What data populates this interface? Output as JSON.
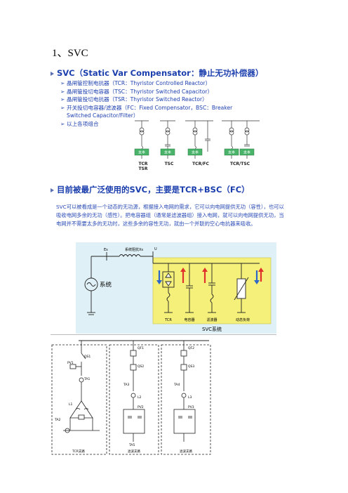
{
  "heading": "1、SVC",
  "section1": {
    "title": "SVC（Static Var Compensator：静止无功补偿器）",
    "items": [
      "晶闸管控制电抗器（TCR：Thyristor Controlled Reactor）",
      "晶闸管投切电容器（TSC：Thyristor Switched Capacitor）",
      "晶闸管投切电抗器（TSR：Thyristor Switched Reactor）",
      "开关投切电容器/滤波器（FC：Fixed Compensator，BSC：Breaker",
      "Switched Capacitor/Filter）",
      "以上各项组合"
    ]
  },
  "topology": {
    "box_label": "支本",
    "labels": [
      "TCR",
      "TSR",
      "TSC",
      "TCR/FC",
      "TCR/TSC"
    ]
  },
  "section2": {
    "title": "目前被最广泛使用的SVC，主要是TCR+BSC（FC）",
    "paragraph": "SVC可以被看成是一个动态的无功源，根据接入电网的需求，它可以向电网提供无功（容性），也可以吸收电网多余的无功（感性）。把电容器组（通常是滤波器组）接入电网，就可以向电网提供无功，当电网并不需要太多的无功时，这些多余的容性无功，就由一个并联的空心电抗器来吸收。"
  },
  "svc_diagram": {
    "system_label": "系统",
    "line_label": "系统阻抗Xs",
    "bus_left": "Es",
    "bus_right": "U",
    "sub_labels": [
      "TCR",
      "电容器",
      "滤波器",
      "动态负荷"
    ],
    "caption": "SVC系统",
    "colors": {
      "yellow": "#f5f07a",
      "panel_bg": "#dff0f6",
      "red": "#e0302a",
      "blue": "#2d66c8"
    }
  },
  "wiring": {
    "panel_labels": [
      "TCR支路",
      "滤波支路",
      "滤波支路"
    ],
    "tags": [
      "QS1",
      "PV1",
      "TA1",
      "TA2",
      "L1",
      "QF1",
      "QS2",
      "TA3",
      "L2",
      "PV2",
      "QF2",
      "QS3",
      "TA4",
      "L3",
      "PV3",
      "TA5"
    ]
  }
}
